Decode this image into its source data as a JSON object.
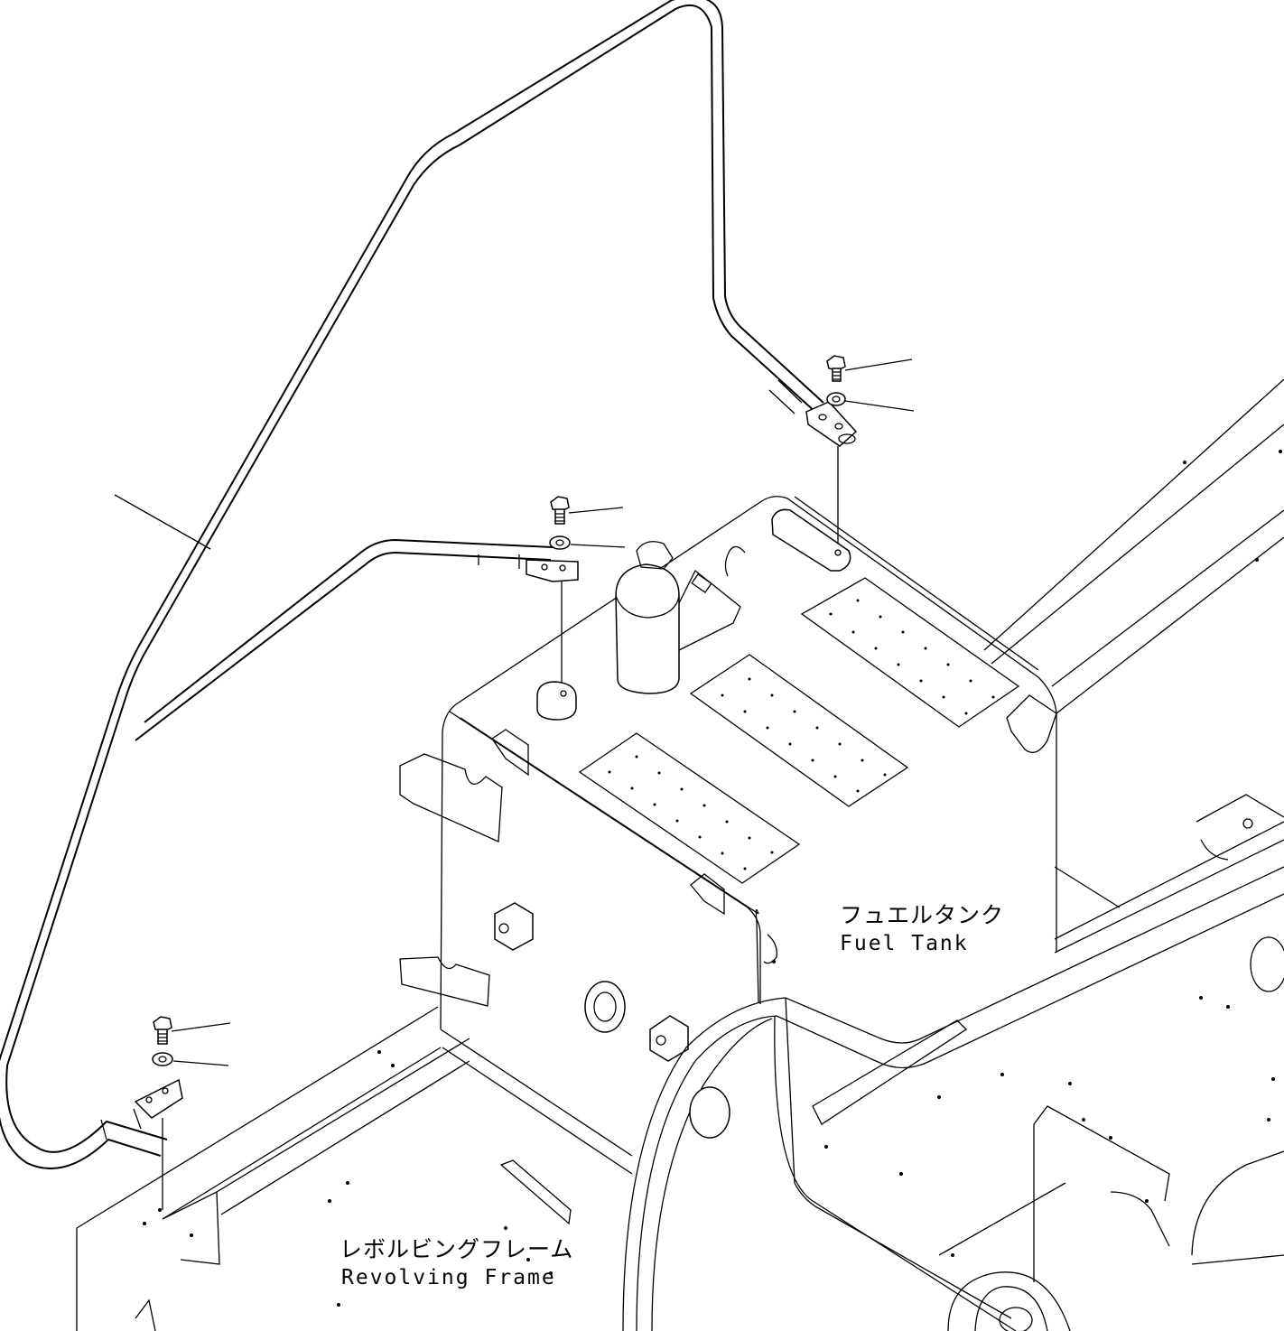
{
  "labels": {
    "fuel_tank_jp": "フュエルタンク",
    "fuel_tank_en": "Fuel Tank",
    "revolving_frame_jp": "レボルビングフレーム",
    "revolving_frame_en": "Revolving Frame"
  },
  "colors": {
    "line": "#000000",
    "background": "#ffffff"
  }
}
